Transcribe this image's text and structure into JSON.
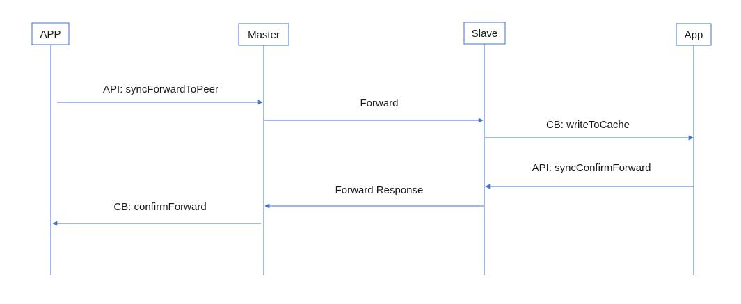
{
  "colors": {
    "line": "#4472c4",
    "box_border": "#4472c4",
    "box_fill": "#ffffff",
    "text": "#1a1a1a"
  },
  "participants": [
    {
      "id": "app-left",
      "label": "APP"
    },
    {
      "id": "master",
      "label": "Master"
    },
    {
      "id": "slave",
      "label": "Slave"
    },
    {
      "id": "app-right",
      "label": "App"
    }
  ],
  "messages": [
    {
      "from": 0,
      "to": 1,
      "label": "API: syncForwardToPeer"
    },
    {
      "from": 1,
      "to": 2,
      "label": "Forward"
    },
    {
      "from": 2,
      "to": 3,
      "label": "CB: writeToCache"
    },
    {
      "from": 3,
      "to": 2,
      "label": "API: syncConfirmForward"
    },
    {
      "from": 2,
      "to": 1,
      "label": "Forward Response"
    },
    {
      "from": 1,
      "to": 0,
      "label": "CB: confirmForward"
    }
  ]
}
